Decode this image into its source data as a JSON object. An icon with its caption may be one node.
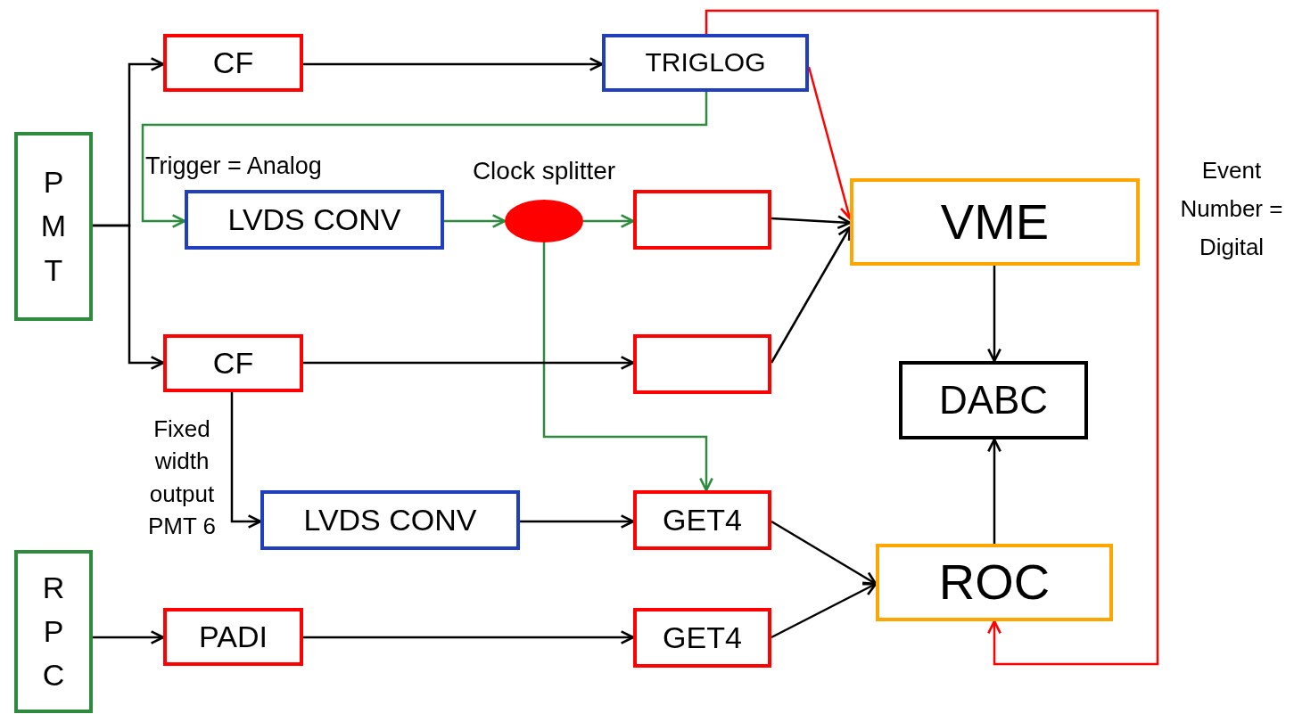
{
  "diagram": {
    "nodes": [
      {
        "text": [
          "P M T"
        ]
      },
      {
        "text": [
          "CF"
        ]
      },
      {
        "text": [
          "TRIGLOG"
        ]
      },
      {
        "text": [
          "LVDS CONV"
        ]
      },
      {
        "text": [
          "Clock splitter"
        ]
      },
      {
        "text": [],
        "shape": "box"
      },
      {
        "text": [
          "VME"
        ]
      },
      {
        "text": [
          "CF"
        ]
      },
      {
        "text": [],
        "shape": "box"
      },
      {
        "text": [
          "DABC"
        ]
      },
      {
        "text": [
          "LVDS CONV"
        ]
      },
      {
        "text": [
          "GET4"
        ]
      },
      {
        "text": [
          "R P C"
        ]
      },
      {
        "text": [
          "PADI"
        ]
      },
      {
        "text": [
          "GET4"
        ]
      },
      {
        "text": [
          "ROC"
        ]
      }
    ],
    "edges": [
      {
        "from": 0,
        "to": 1,
        "arrow": "to"
      },
      {
        "from": 0,
        "to": 7,
        "arrow": "to"
      },
      {
        "from": 1,
        "to": 2,
        "arrow": "to"
      },
      {
        "from": 2,
        "to": 3,
        "arrow": "to",
        "label": "Trigger = Analog",
        "color": "#2e8b3e"
      },
      {
        "from": 2,
        "to": 6,
        "arrow": "to",
        "color": "#ff0000"
      },
      {
        "from": 2,
        "to": 15,
        "arrow": "to",
        "label": "Event Number = Digital",
        "color": "#ff0000"
      },
      {
        "from": 3,
        "to": 4,
        "arrow": "to",
        "color": "#2e8b3e"
      },
      {
        "from": 4,
        "to": 5,
        "arrow": "to",
        "color": "#2e8b3e"
      },
      {
        "from": 4,
        "to": 11,
        "arrow": "to",
        "color": "#2e8b3e"
      },
      {
        "from": 5,
        "to": 6,
        "arrow": "to"
      },
      {
        "from": 7,
        "to": 8,
        "arrow": "to"
      },
      {
        "from": 8,
        "to": 6,
        "arrow": "to"
      },
      {
        "from": 7,
        "to": 10,
        "arrow": "to",
        "label": "Fixed width output PMT 6"
      },
      {
        "from": 10,
        "to": 11,
        "arrow": "to"
      },
      {
        "from": 11,
        "to": 15,
        "arrow": "to"
      },
      {
        "from": 12,
        "to": 13,
        "arrow": "to"
      },
      {
        "from": 13,
        "to": 14,
        "arrow": "to"
      },
      {
        "from": 14,
        "to": 15,
        "arrow": "to"
      },
      {
        "from": 6,
        "to": 9,
        "arrow": "to"
      },
      {
        "from": 15,
        "to": 9,
        "arrow": "to"
      }
    ]
  }
}
